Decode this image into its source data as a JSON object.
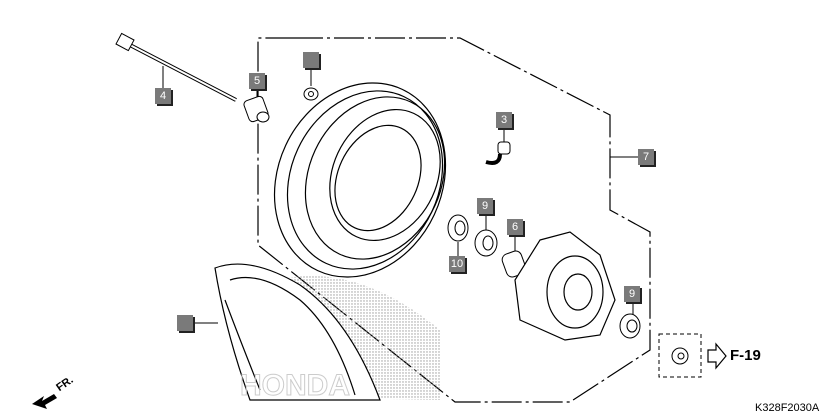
{
  "callouts": {
    "bolt": "4",
    "collar": "5",
    "nut": "",
    "valve": "3",
    "wheel_assy": "7",
    "bearing_left": "9",
    "distance_collar": "6",
    "oil_seal": "10",
    "bearing_right": "9",
    "tire": ""
  },
  "reference": {
    "label": "F-19",
    "icon": "outline-arrow-right-icon"
  },
  "direction": {
    "label": "FR.",
    "icon": "front-arrow-icon"
  },
  "diagram_code": "K328F2030A",
  "watermark": "HONDA"
}
